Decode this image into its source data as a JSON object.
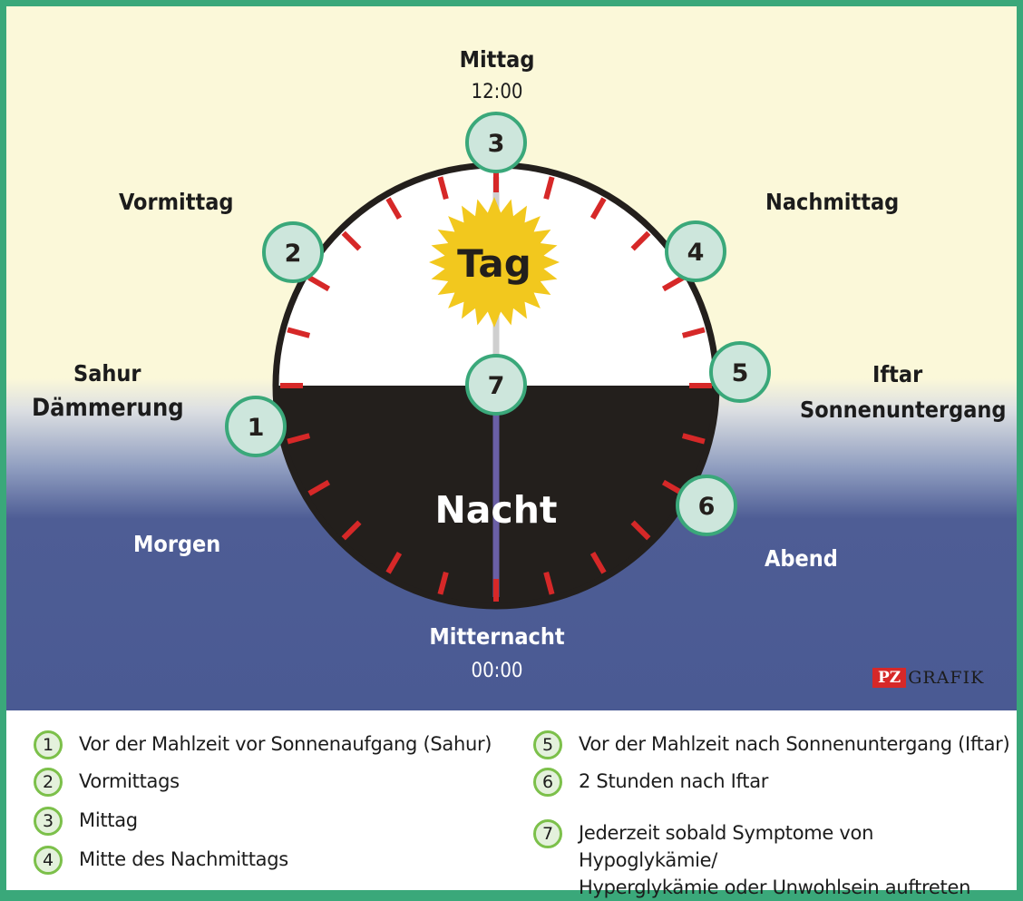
{
  "labels": {
    "mittag": "Mittag",
    "mittag_time": "12:00",
    "vormittag": "Vormittag",
    "nachmittag": "Nachmittag",
    "sahur": "Sahur",
    "daemmerung": "Dämmerung",
    "iftar": "Iftar",
    "sonnenuntergang": "Sonnenuntergang",
    "morgen": "Morgen",
    "abend": "Abend",
    "mitternacht": "Mitternacht",
    "mitternacht_time": "00:00",
    "tag": "Tag",
    "nacht": "Nacht"
  },
  "markers": [
    "1",
    "2",
    "3",
    "4",
    "5",
    "6",
    "7"
  ],
  "legend": [
    {
      "num": "1",
      "text": "Vor der Mahlzeit vor Sonnenaufgang (Sahur)"
    },
    {
      "num": "2",
      "text": "Vormittags"
    },
    {
      "num": "3",
      "text": "Mittag"
    },
    {
      "num": "4",
      "text": "Mitte des Nachmittags"
    },
    {
      "num": "5",
      "text": "Vor der Mahlzeit nach Sonnenuntergang (Iftar)"
    },
    {
      "num": "6",
      "text": "2 Stunden nach Iftar"
    },
    {
      "num": "7",
      "text": "Jederzeit sobald Symptome von Hypoglykämie/\nHyperglykämie oder Unwohlsein auftreten"
    }
  ],
  "logo": {
    "mark": "PZ",
    "text": "GRAFIK"
  },
  "colors": {
    "frame": "#3aa87a",
    "day_sky": "#fbf8d9",
    "night_sky": "#4a5a93",
    "clock_day": "#ffffff",
    "clock_night": "#231f1c",
    "tick": "#d62828",
    "sun": "#f2c81e",
    "moon": "#f7f2c4",
    "marker_fill": "#cde6dc",
    "marker_border": "#3aa87a",
    "legend_border": "#7cc04a"
  }
}
